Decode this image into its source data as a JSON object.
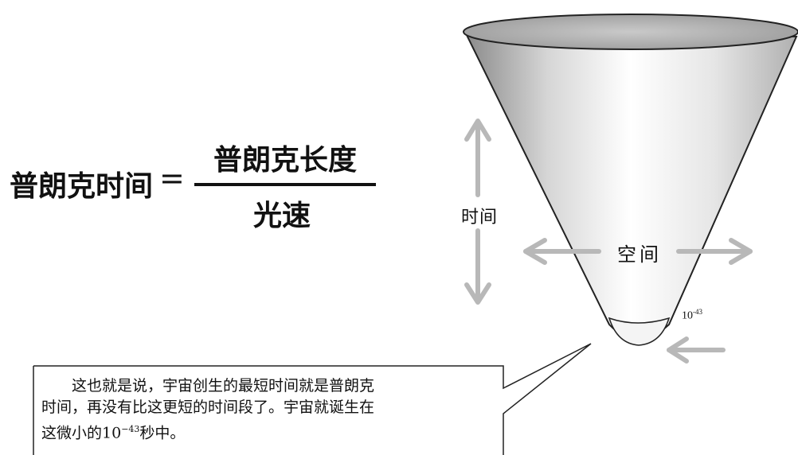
{
  "formula": {
    "left": "普朗克时间",
    "equals": "=",
    "numerator": "普朗克长度",
    "denominator": "光速"
  },
  "cone": {
    "time_label": "时间",
    "space_label": "空间",
    "tip_base": "10",
    "tip_exponent": "-43"
  },
  "callout": {
    "line1": "这也就是说，宇宙创生的最短时间就是普朗克",
    "line2": "时间，再没有比这更短的时间段了。宇宙就诞生在",
    "line3_prefix": "这微小的10",
    "line3_exponent": "−43",
    "line3_suffix": "秒中。"
  },
  "colors": {
    "arrow": "#b8b8b8",
    "cone_dark": "#8a8a8a",
    "cone_light": "#ffffff",
    "stroke": "#222222"
  }
}
